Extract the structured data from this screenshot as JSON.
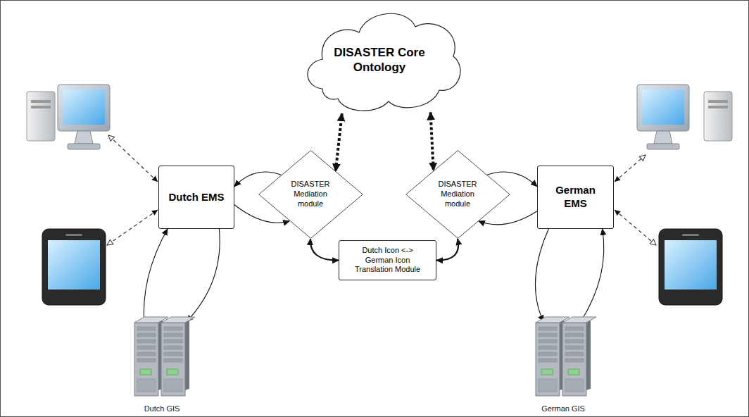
{
  "diagram": {
    "nodes": [
      {
        "text": [
          "DISASTER Core Ontology"
        ]
      },
      {
        "text": [
          "Dutch EMS"
        ]
      },
      {
        "text": [
          "DISASTER Mediation module"
        ]
      },
      {
        "text": [
          "Dutch Icon <-> German Icon Translation Module"
        ]
      },
      {
        "text": [
          "DISASTER Mediation module"
        ]
      },
      {
        "text": [
          "German EMS"
        ]
      },
      {
        "text": [
          "Dutch GIS"
        ]
      },
      {
        "text": [
          "German GIS"
        ]
      }
    ],
    "edges": [
      {
        "from": 2,
        "to": 1,
        "arrow": "to"
      },
      {
        "from": 1,
        "to": 2,
        "arrow": "to"
      },
      {
        "from": 0,
        "to": 2,
        "arrow": "both"
      },
      {
        "from": 0,
        "to": 4,
        "arrow": "both"
      },
      {
        "from": 2,
        "to": 3,
        "arrow": "both"
      },
      {
        "from": 3,
        "to": 4,
        "arrow": "both"
      },
      {
        "from": 4,
        "to": 5,
        "arrow": "to"
      },
      {
        "from": 5,
        "to": 4,
        "arrow": "to"
      },
      {
        "from": 1,
        "to": 6,
        "arrow": "to"
      },
      {
        "from": 6,
        "to": 1,
        "arrow": "to"
      },
      {
        "from": 5,
        "to": 7,
        "arrow": "to"
      },
      {
        "from": 7,
        "to": 5,
        "arrow": "to"
      }
    ]
  }
}
